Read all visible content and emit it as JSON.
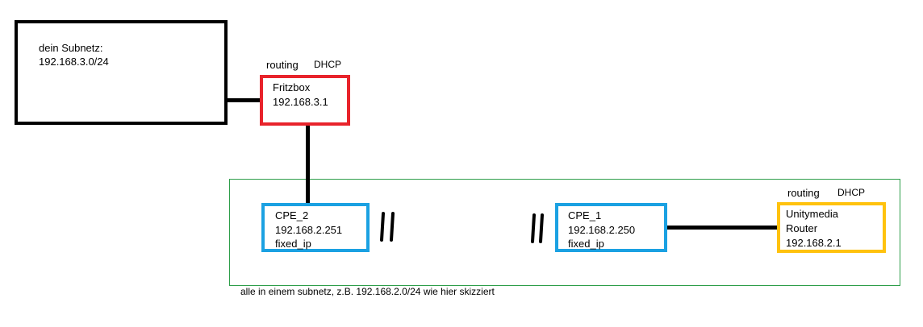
{
  "colors": {
    "subnet_box": "#000000",
    "fritzbox": "#e8232b",
    "cpe": "#1ba1e2",
    "unitymedia": "#ffc20e",
    "group": "#2e9e4a"
  },
  "subnet_box": {
    "line1": "dein Subnetz:",
    "line2": "192.168.3.0/24"
  },
  "fritzbox": {
    "tag_routing": "routing",
    "tag_dhcp": "DHCP",
    "name": "Fritzbox",
    "ip": "192.168.3.1"
  },
  "cpe2": {
    "name": "CPE_2",
    "ip": "192.168.2.251",
    "mode": "fixed_ip"
  },
  "cpe1": {
    "name": "CPE_1",
    "ip": "192.168.2.250",
    "mode": "fixed_ip"
  },
  "unitymedia": {
    "tag_routing": "routing",
    "tag_dhcp": "DHCP",
    "line1": "Unitymedia",
    "line2": "Router",
    "ip": "192.168.2.1"
  },
  "group_caption": "alle in einem subnetz, z.B. 192.168.2.0/24 wie hier skizziert",
  "wireless_icon_left": "wireless-link-icon",
  "wireless_icon_right": "wireless-link-icon"
}
